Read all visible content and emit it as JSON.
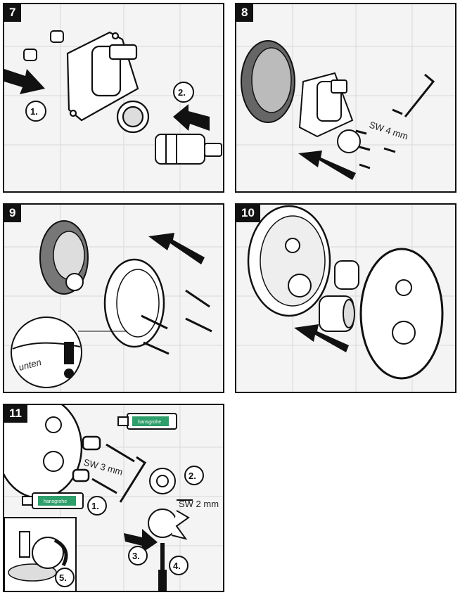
{
  "panels": [
    {
      "number": "7",
      "steps": [
        "1.",
        "2."
      ]
    },
    {
      "number": "8",
      "label": "SW 4 mm"
    },
    {
      "number": "9",
      "label": "unten"
    },
    {
      "number": "10"
    },
    {
      "number": "11",
      "steps": [
        "1.",
        "2.",
        "3.",
        "4.",
        "5."
      ],
      "labels": [
        "SW 3 mm",
        "SW 2 mm"
      ],
      "brand": "hansgrohe"
    }
  ],
  "colors": {
    "tile": "#f4f4f4",
    "grid": "#d8d8d8",
    "ink": "#111111",
    "green": "#2e9e6a"
  }
}
